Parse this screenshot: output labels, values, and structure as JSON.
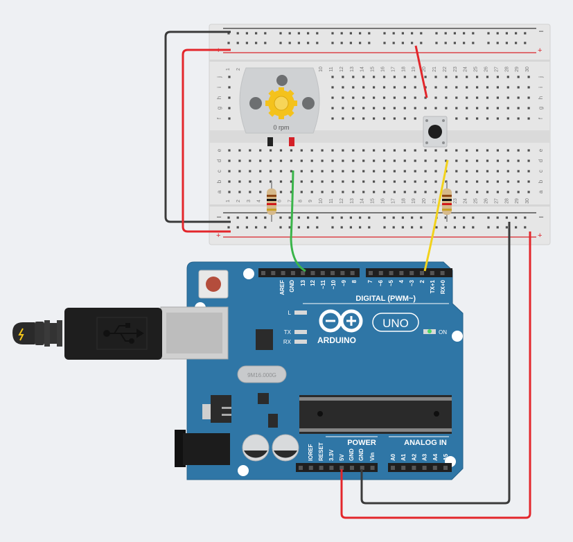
{
  "breadboard": {
    "rail_minus": "–",
    "rail_plus": "+",
    "row_letters_top": [
      "j",
      "i",
      "h",
      "g",
      "f"
    ],
    "row_letters_bottom": [
      "e",
      "d",
      "c",
      "b",
      "a"
    ],
    "column_numbers": [
      "1",
      "2",
      "3",
      "4",
      "5",
      "6",
      "7",
      "8",
      "9",
      "10",
      "11",
      "12",
      "13",
      "14",
      "15",
      "16",
      "17",
      "18",
      "19",
      "20",
      "21",
      "22",
      "23",
      "24",
      "25",
      "26",
      "27",
      "28",
      "29",
      "30"
    ]
  },
  "motor": {
    "speed_label": "0 rpm"
  },
  "arduino": {
    "brand": "ARDUINO",
    "model": "UNO",
    "digital_header": "DIGITAL (PWM~)",
    "digital_pins": [
      "AREF",
      "GND",
      "13",
      "12",
      "~11",
      "~10",
      "~9",
      "8",
      "7",
      "~6",
      "~5",
      "4",
      "~3",
      "2",
      "TX+1",
      "RX+0"
    ],
    "led_labels": [
      "L",
      "TX",
      "RX"
    ],
    "on_label": "ON",
    "crystal_label": "9M16.000G",
    "power_header": "POWER",
    "power_pins": [
      "IOREF",
      "RESET",
      "3.3V",
      "5V",
      "GND",
      "GND",
      "Vin"
    ],
    "analog_header": "ANALOG IN",
    "analog_pins": [
      "A0",
      "A1",
      "A2",
      "A3",
      "A4",
      "A5"
    ]
  },
  "colors": {
    "board_blue": "#2f76a6",
    "wire_red": "#e3262b",
    "wire_black": "#3a3a3a",
    "wire_green": "#3ab54a",
    "wire_yellow": "#f2d21b",
    "background": "#eef0f3"
  }
}
